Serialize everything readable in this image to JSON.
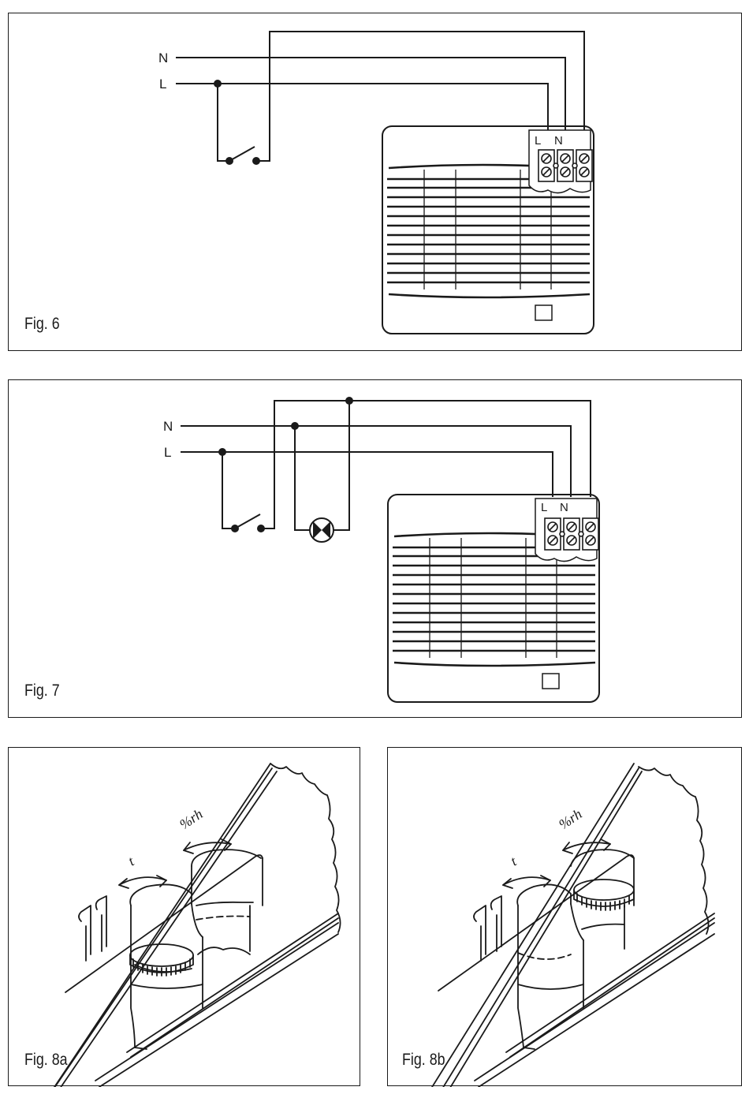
{
  "figures": {
    "fig6": {
      "label": "Fig. 6",
      "wire_n": "N",
      "wire_l": "L",
      "term_l": "L",
      "term_n": "N"
    },
    "fig7": {
      "label": "Fig. 7",
      "wire_n": "N",
      "wire_l": "L",
      "term_l": "L",
      "term_n": "N"
    },
    "fig8a": {
      "label": "Fig. 8a",
      "sym_t": "t",
      "sym_rh": "%rh"
    },
    "fig8b": {
      "label": "Fig. 8b",
      "sym_t": "t",
      "sym_rh": "%rh"
    }
  },
  "colors": {
    "ink": "#1a1a1a",
    "paper": "#ffffff"
  }
}
